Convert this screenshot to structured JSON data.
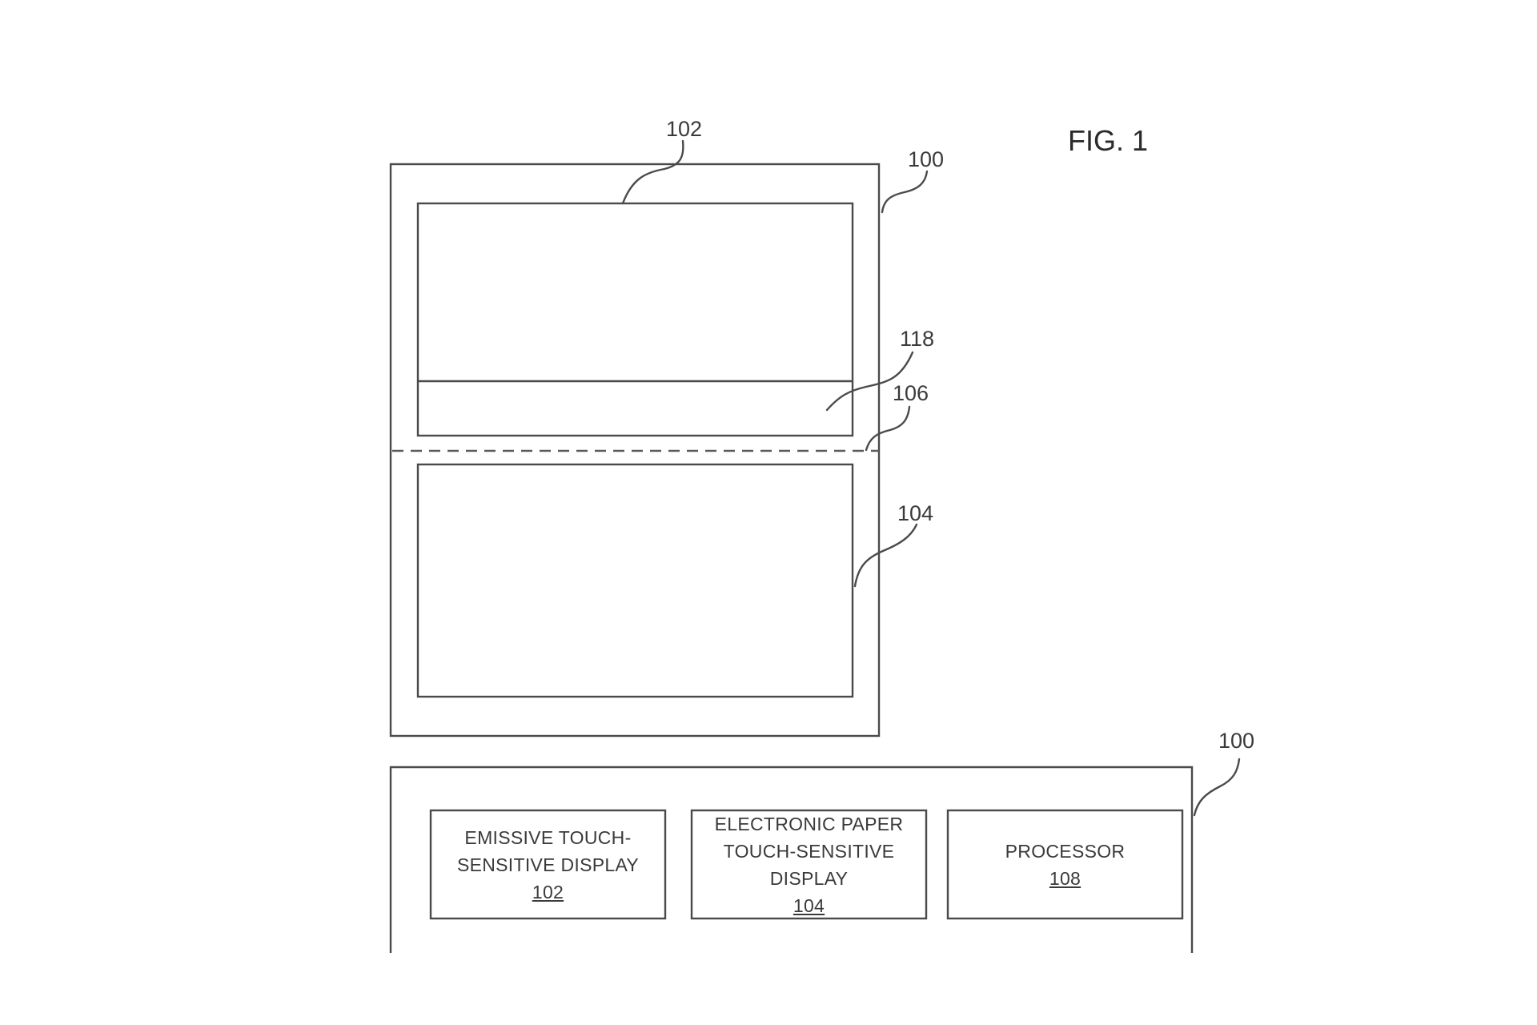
{
  "figure": {
    "title": "FIG. 1"
  },
  "device_view": {
    "device_ref": "100",
    "emissive_display_ref": "102",
    "region_ref": "118",
    "hinge_ref": "106",
    "epaper_display_ref": "104"
  },
  "block_diagram": {
    "device_ref": "100",
    "blocks": [
      {
        "lines": [
          "EMISSIVE TOUCH-",
          "SENSITIVE DISPLAY"
        ],
        "number": "102"
      },
      {
        "lines": [
          "ELECTRONIC PAPER",
          "TOUCH-SENSITIVE",
          "DISPLAY"
        ],
        "number": "104"
      },
      {
        "lines": [
          "PROCESSOR"
        ],
        "number": "108"
      }
    ]
  }
}
